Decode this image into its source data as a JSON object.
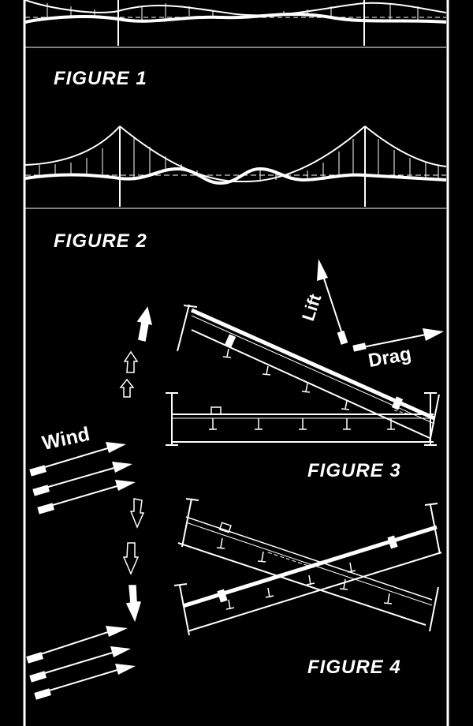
{
  "figures": {
    "fig1": "FIGURE 1",
    "fig2": "FIGURE 2",
    "fig3": "FIGURE 3",
    "fig4": "FIGURE 4"
  },
  "labels": {
    "wind": "Wind",
    "lift": "Lift",
    "drag": "Drag"
  },
  "colors": {
    "background": "#000000",
    "ink": "#ffffff"
  }
}
